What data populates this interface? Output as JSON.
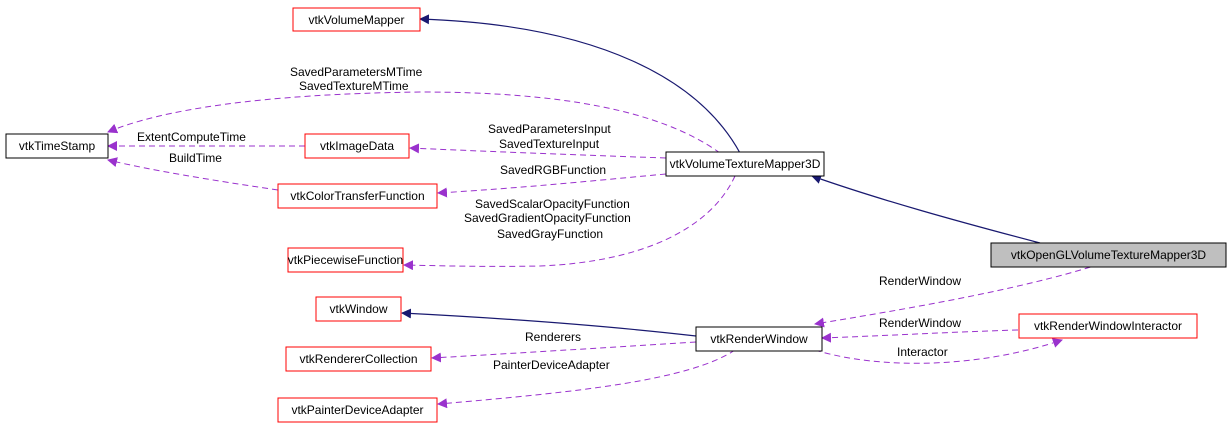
{
  "colors": {
    "inheritance_edge": "#191970",
    "usage_edge": "#9a32cd",
    "node_border_documented": "#ff0000",
    "node_border_plain": "#000000",
    "focus_node_fill": "#bfbfbf"
  },
  "nodes": {
    "vtkVolumeMapper": "vtkVolumeMapper",
    "vtkTimeStamp": "vtkTimeStamp",
    "vtkImageData": "vtkImageData",
    "vtkColorTransferFunction": "vtkColorTransferFunction",
    "vtkVolumeTextureMapper3D": "vtkVolumeTextureMapper3D",
    "vtkPiecewiseFunction": "vtkPiecewiseFunction",
    "vtkOpenGLVolumeTextureMapper3D": "vtkOpenGLVolumeTextureMapper3D",
    "vtkWindow": "vtkWindow",
    "vtkRenderWindow": "vtkRenderWindow",
    "vtkRendererCollection": "vtkRendererCollection",
    "vtkRenderWindowInteractor": "vtkRenderWindowInteractor",
    "vtkPainterDeviceAdapter": "vtkPainterDeviceAdapter"
  },
  "edge_labels": {
    "saved_parameters_mtime": "SavedParametersMTime",
    "saved_texture_mtime": "SavedTextureMTime",
    "extent_compute_time": "ExtentComputeTime",
    "build_time": "BuildTime",
    "saved_parameters_input": "SavedParametersInput",
    "saved_texture_input": "SavedTextureInput",
    "saved_rgb_function": "SavedRGBFunction",
    "saved_scalar_opacity_function": "SavedScalarOpacityFunction",
    "saved_gradient_opacity_function": "SavedGradientOpacityFunction",
    "saved_gray_function": "SavedGrayFunction",
    "render_window_1": "RenderWindow",
    "render_window_2": "RenderWindow",
    "interactor": "Interactor",
    "renderers": "Renderers",
    "painter_device_adapter": "PainterDeviceAdapter"
  }
}
